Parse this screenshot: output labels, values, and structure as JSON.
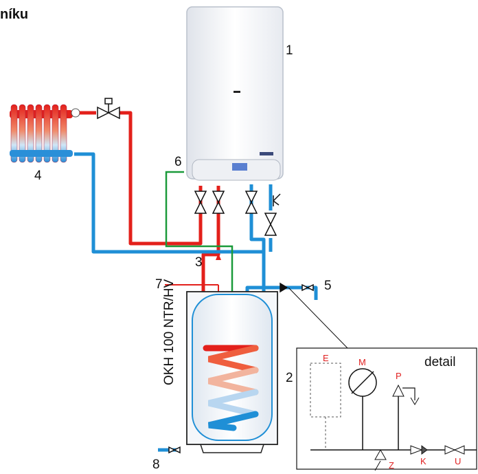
{
  "title": "níku",
  "tank_label": "OKH 100 NTR/HV",
  "labels": {
    "boiler": "1",
    "detail_ref": "2",
    "pipe_junction": "3",
    "radiator": "4",
    "cold_inlet": "5",
    "control": "6",
    "sensor": "7",
    "drain": "8"
  },
  "detail": {
    "heading": "detail",
    "expansion": "E",
    "manometer": "M",
    "safety_valve": "P",
    "check_valve": "K",
    "shutoff_valve": "U",
    "drain_valve": "Z"
  },
  "colors": {
    "hot": "#e3201b",
    "cold": "#1f8fd6",
    "signal": "#1a9a3a",
    "line": "#111111"
  }
}
